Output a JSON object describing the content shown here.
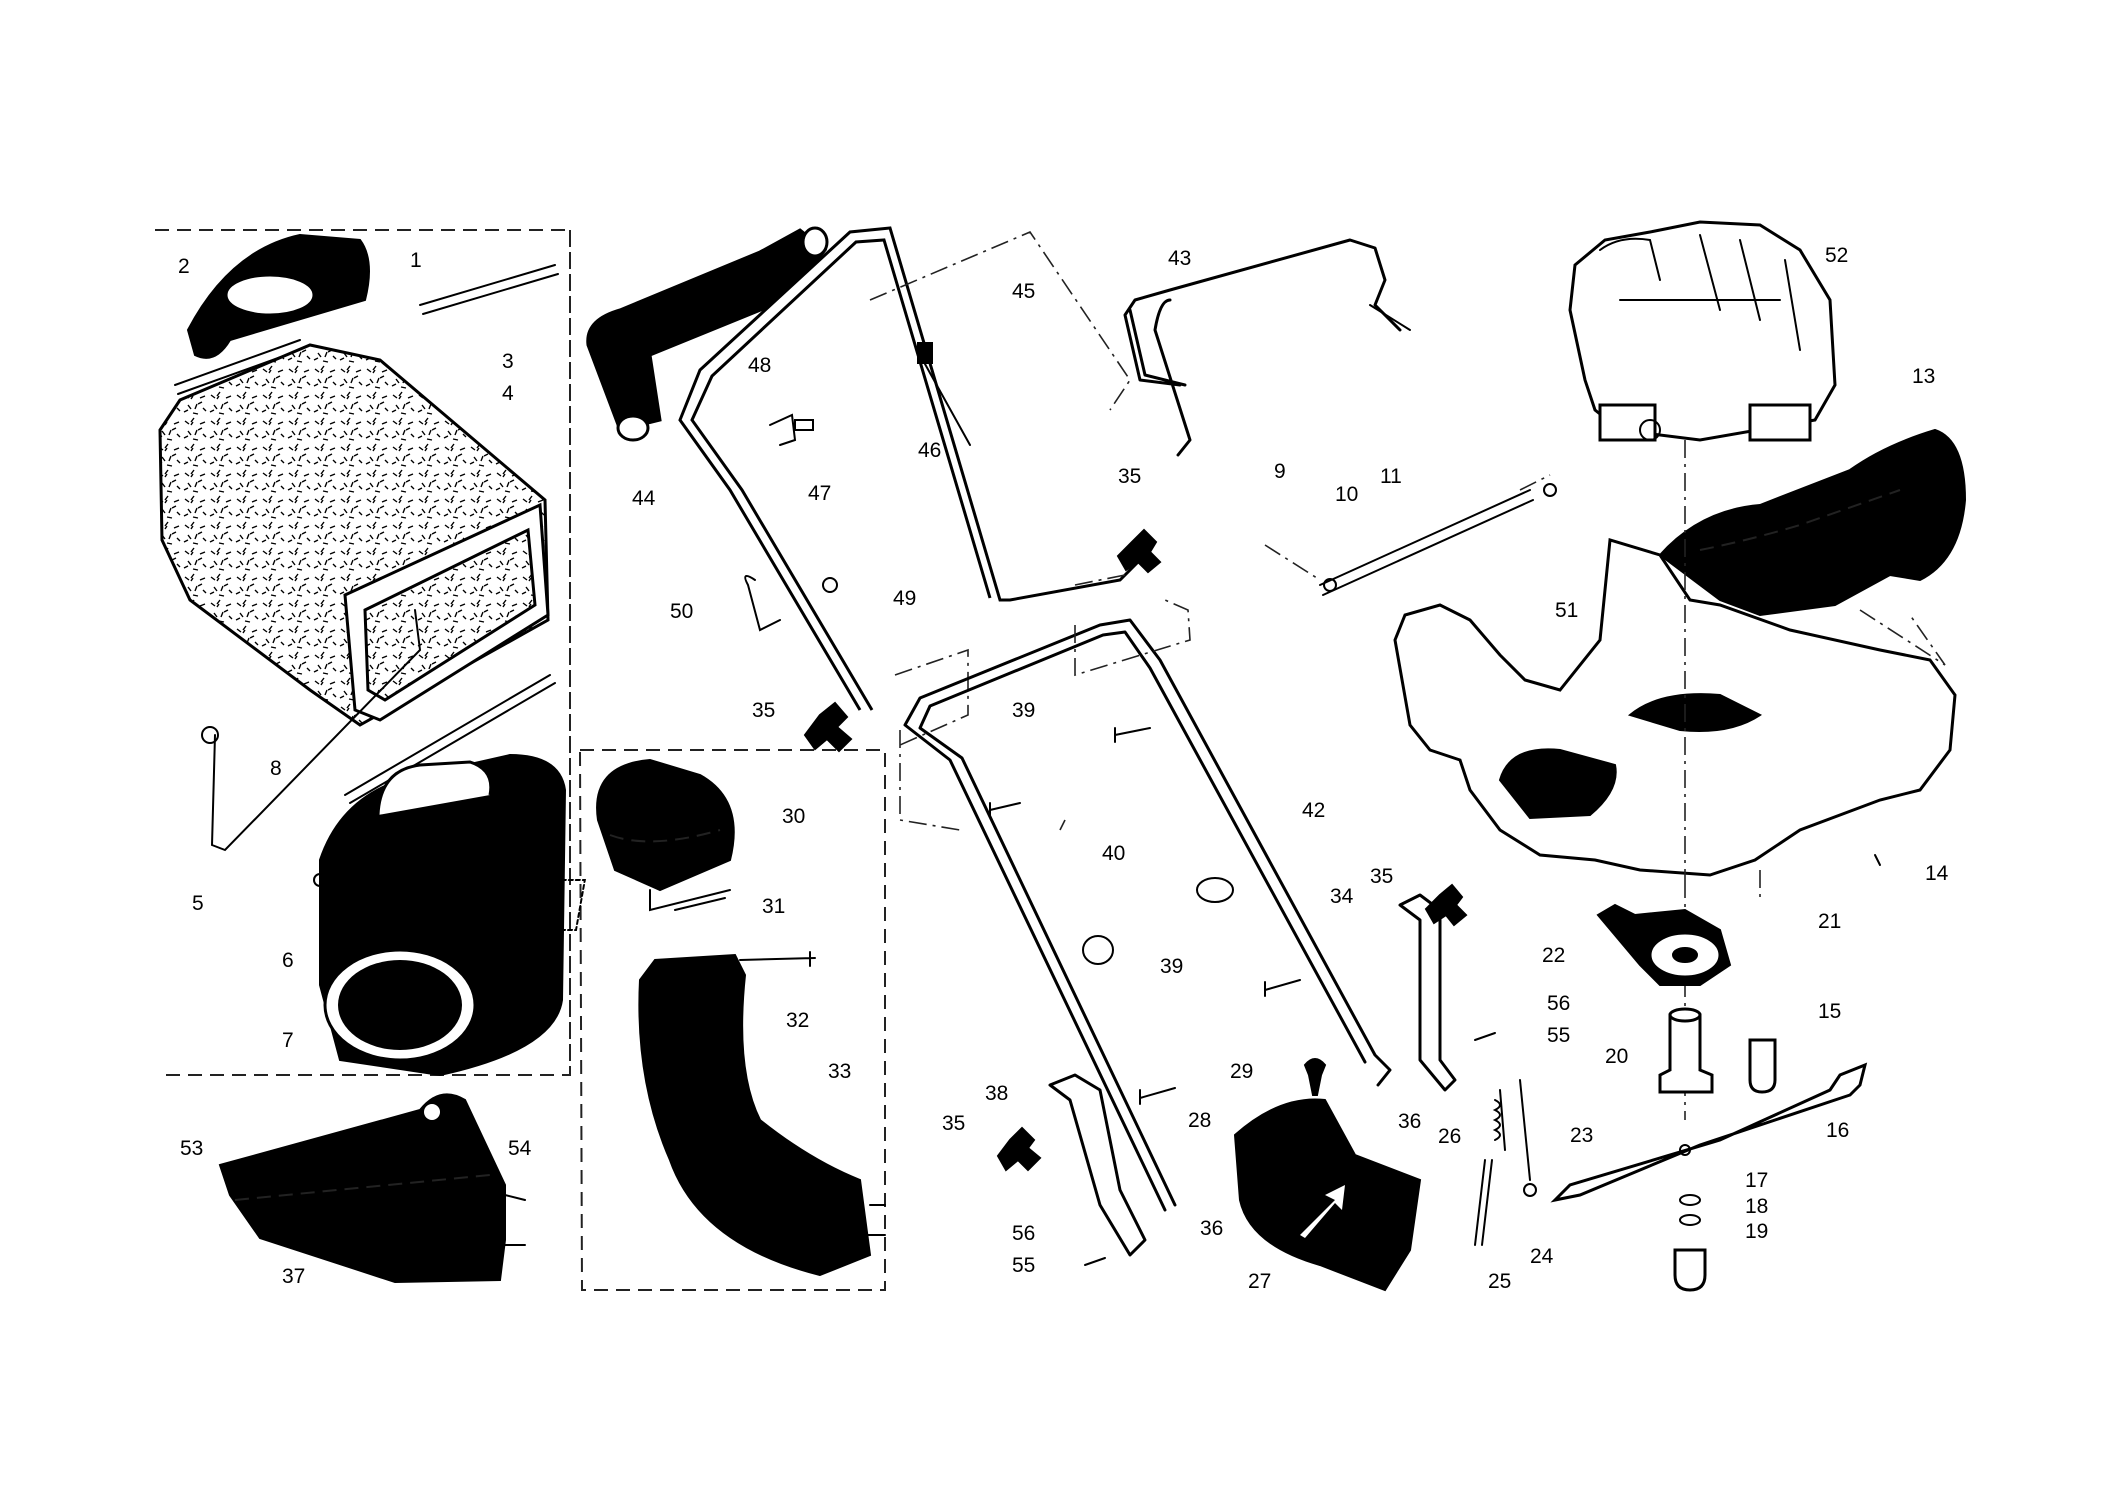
{
  "diagram": {
    "callouts": {
      "c1": "1",
      "c2": "2",
      "c3": "3",
      "c4": "4",
      "c5": "5",
      "c6": "6",
      "c7": "7",
      "c8": "8",
      "c9": "9",
      "c10": "10",
      "c11": "11",
      "c13": "13",
      "c14": "14",
      "c15": "15",
      "c16": "16",
      "c17": "17",
      "c18": "18",
      "c19": "19",
      "c20": "20",
      "c21": "21",
      "c22": "22",
      "c23": "23",
      "c24": "24",
      "c25": "25",
      "c26": "26",
      "c27": "27",
      "c28": "28",
      "c29": "29",
      "c30": "30",
      "c31": "31",
      "c32": "32",
      "c33": "33",
      "c34": "34",
      "c35": "35",
      "c36": "36",
      "c37": "37",
      "c38": "38",
      "c39": "39",
      "c40": "40",
      "c42": "42",
      "c43": "43",
      "c44": "44",
      "c45": "45",
      "c46": "46",
      "c47": "47",
      "c48": "48",
      "c49": "49",
      "c50": "50",
      "c51": "51",
      "c52": "52",
      "c53": "53",
      "c54": "54",
      "c55": "55",
      "c56": "56"
    }
  }
}
